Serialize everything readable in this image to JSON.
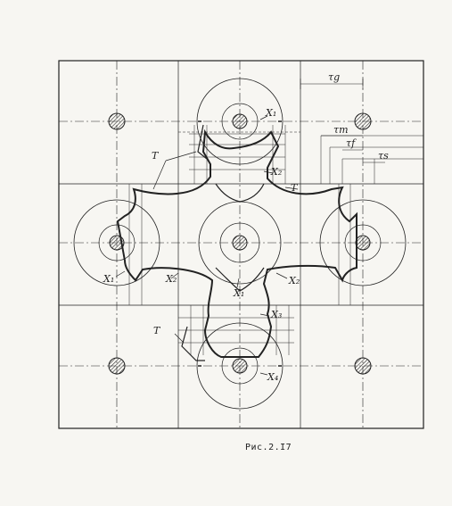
{
  "caption": "Рис.2.I7",
  "labels": {
    "T": "T",
    "X1": "X₁",
    "X2": "X₂",
    "X3": "X₃",
    "X4": "X₄",
    "tau_g": "τg",
    "tau_m": "τm",
    "tau_f": "τf",
    "tau_s": "τs"
  },
  "colors": {
    "ink": "#222222",
    "paper": "#f7f6f2"
  }
}
